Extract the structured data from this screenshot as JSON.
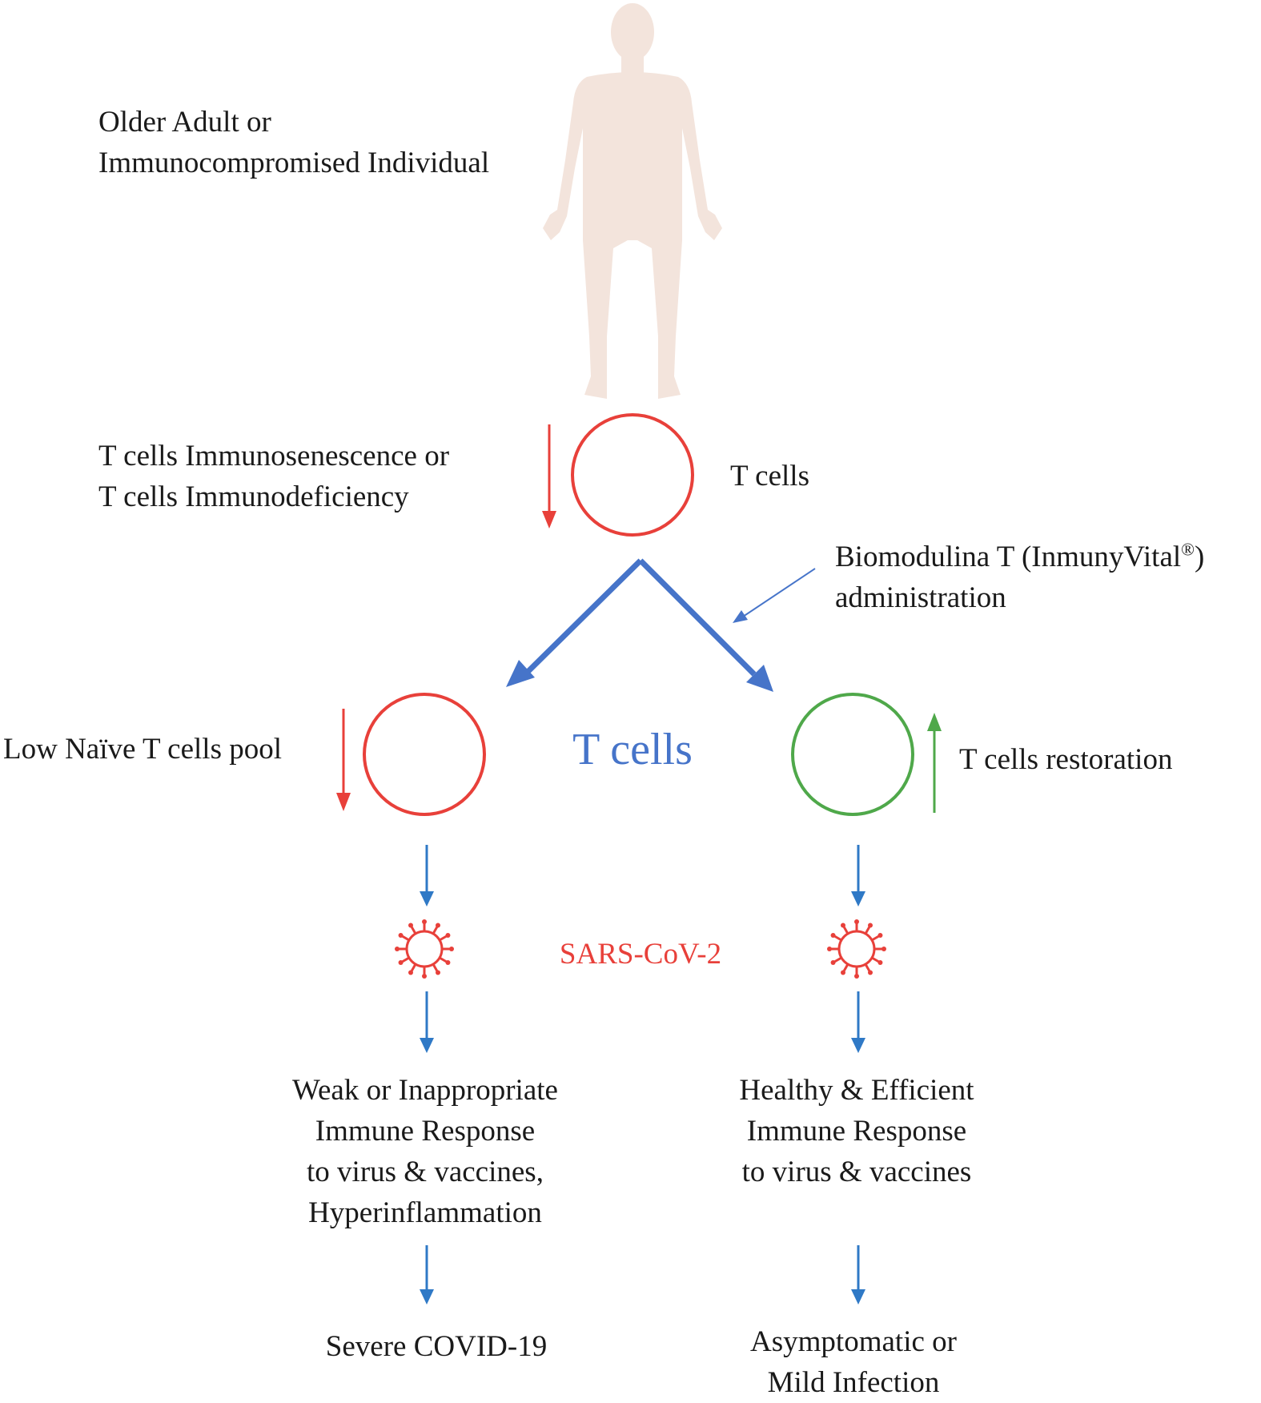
{
  "colors": {
    "red": "#e8403a",
    "green": "#4fa84a",
    "blue": "#4674c9",
    "arrow_blue": "#2f79c6",
    "body_silhouette": "#f3e4dc",
    "text": "#1a1a1a"
  },
  "subject": {
    "line1": "Older Adult or",
    "line2": "Immunocompromised Individual",
    "icon": "human-body-silhouette"
  },
  "top_cells": {
    "condition_line1": "T cells Immunosenescence or",
    "condition_line2": "T cells Immunodeficiency",
    "label": "T cells"
  },
  "treatment": {
    "line1_pre": "Biomodulina T (InmunyVital",
    "line1_sup": "®",
    "line1_post": ")",
    "line2": "administration"
  },
  "center_label": "T cells",
  "left_branch": {
    "cell_label": "Low Naïve T cells pool",
    "response_lines": [
      "Weak or Inappropriate",
      "Immune Response",
      "to virus & vaccines,",
      "Hyperinflammation"
    ],
    "outcome": "Severe COVID-19"
  },
  "right_branch": {
    "cell_label": "T cells restoration",
    "response_lines": [
      "Healthy & Efficient",
      "Immune Response",
      "to virus & vaccines"
    ],
    "outcome_lines": [
      "Asymptomatic or",
      "Mild Infection"
    ]
  },
  "virus": {
    "label": "SARS-CoV-2",
    "icon": "virus-icon"
  }
}
